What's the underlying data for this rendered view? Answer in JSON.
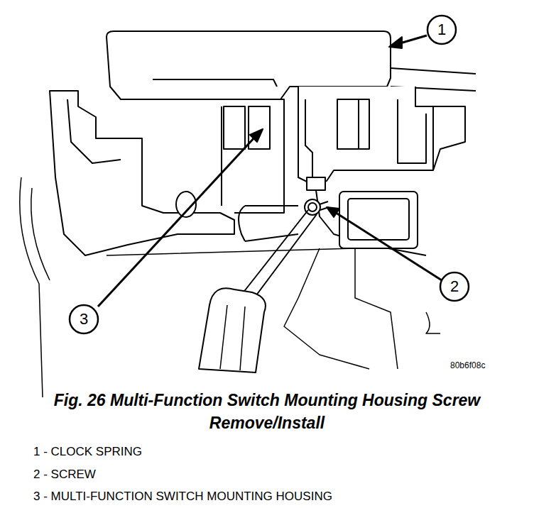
{
  "diagram": {
    "caption": "Fig. 26 Multi-Function Switch Mounting Housing Screw Remove/Install",
    "labels": [
      "1",
      "2",
      "3",
      "80b6f08c",
      "1 - CLOCK SPRING",
      "2 - SCREW",
      "3 - MULTI-FUNCTION SWITCH MOUNTING HOUSING"
    ]
  }
}
